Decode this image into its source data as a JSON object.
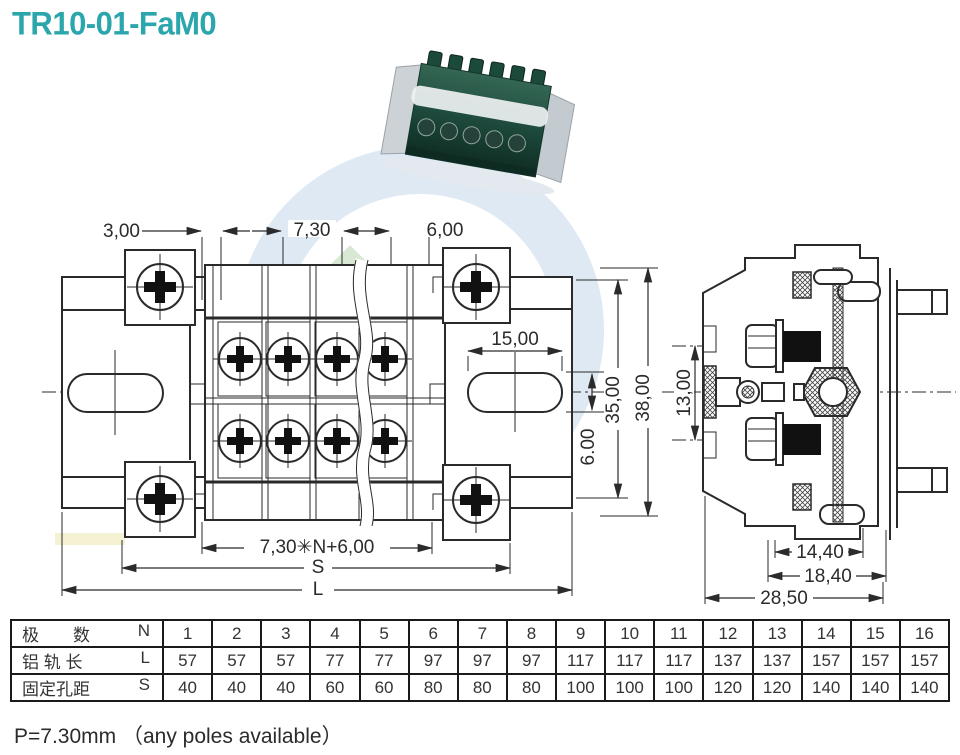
{
  "title": "TR10-01-FaM0",
  "colors": {
    "accent_teal": "#2aa6ac",
    "line": "#2a2a2a",
    "photo_green": "#1d4a3c"
  },
  "front_view": {
    "dim_3": "3,00",
    "dim_7_3": "7,30",
    "dim_6_top": "6,00",
    "dim_15": "15,00",
    "dim_6_slot": "6.00",
    "dim_35": "35,00",
    "dim_38": "38,00",
    "dim_formula": "7,30✳N+6,00",
    "dim_s": "S",
    "dim_l": "L"
  },
  "side_view": {
    "dim_13": "13,00",
    "dim_14_4": "14,40",
    "dim_18_4": "18,40",
    "dim_28_5": "28,50"
  },
  "table": {
    "rows": [
      {
        "label": "极　　数",
        "letter": "N",
        "values": [
          "1",
          "2",
          "3",
          "4",
          "5",
          "6",
          "7",
          "8",
          "9",
          "10",
          "11",
          "12",
          "13",
          "14",
          "15",
          "16"
        ]
      },
      {
        "label": "铝 轨 长",
        "letter": "L",
        "values": [
          "57",
          "57",
          "57",
          "77",
          "77",
          "97",
          "97",
          "97",
          "117",
          "117",
          "117",
          "137",
          "137",
          "157",
          "157",
          "157"
        ]
      },
      {
        "label": "固定孔距",
        "letter": "S",
        "values": [
          "40",
          "40",
          "40",
          "60",
          "60",
          "80",
          "80",
          "80",
          "100",
          "100",
          "100",
          "120",
          "120",
          "140",
          "140",
          "140"
        ]
      }
    ]
  },
  "note": "P=7.30mm （any poles available）"
}
